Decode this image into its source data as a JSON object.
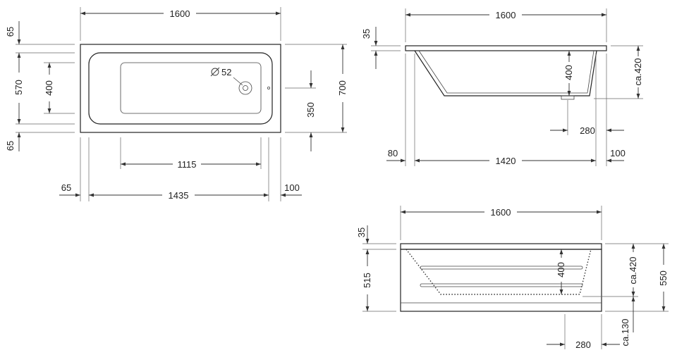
{
  "top_view": {
    "length": "1600",
    "top_rim": "65",
    "inner_width": "570",
    "drain_zone": "400",
    "overall_width": "700",
    "drain_offset": "350",
    "bottom_rim": "65",
    "drain_diameter": "52",
    "floor_length": "1115",
    "left_rim": "65",
    "inner_length": "1435",
    "right_rim": "100"
  },
  "side_view": {
    "length": "1600",
    "rim_thickness": "35",
    "inner_depth": "400",
    "water_depth": "ca.420",
    "drain_offset": "280",
    "left_offset": "80",
    "inner_length": "1420",
    "right_offset": "100"
  },
  "front_view": {
    "length": "1600",
    "rim_thickness": "35",
    "panel_height": "515",
    "inner_depth": "400",
    "water_depth": "ca.420",
    "overall_height": "550",
    "foot_height": "ca.130",
    "drain_offset": "280"
  }
}
